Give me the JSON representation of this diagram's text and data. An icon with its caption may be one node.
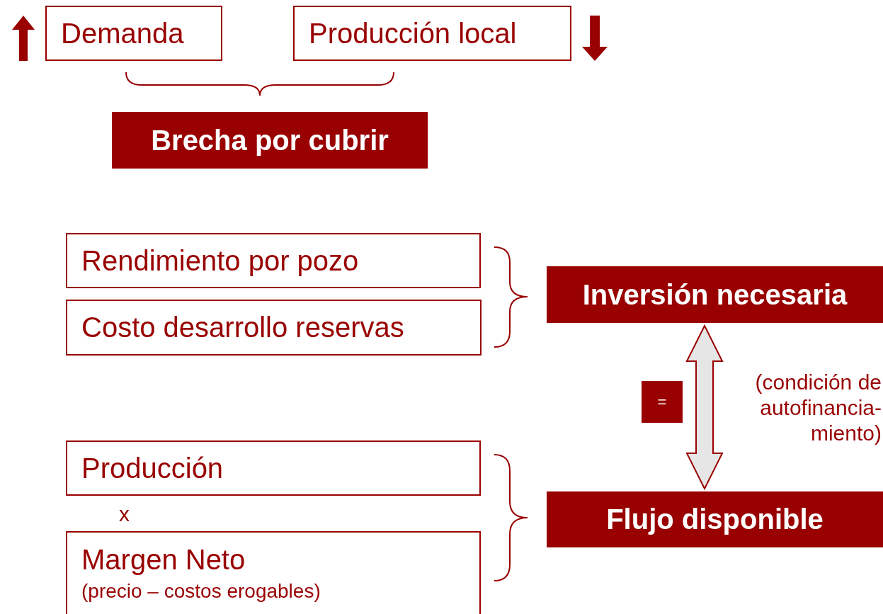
{
  "diagram": {
    "nodes": [
      {
        "text": [
          "Demanda"
        ]
      },
      {
        "text": [
          "Producción local"
        ]
      },
      {
        "text": [
          "Brecha por cubrir"
        ]
      },
      {
        "text": [
          "Rendimiento por pozo"
        ]
      },
      {
        "text": [
          "Costo desarrollo reservas"
        ]
      },
      {
        "text": [
          "Inversión necesaria"
        ]
      },
      {
        "text": [
          "="
        ]
      },
      {
        "text": [
          "Producción"
        ]
      },
      {
        "text": [
          "Margen Neto",
          "(precio – costos erogables)"
        ]
      },
      {
        "text": [
          "Flujo disponible"
        ]
      }
    ],
    "edges": [
      {
        "from": 5,
        "to": 9,
        "arrow": "both"
      }
    ],
    "labels": [
      "(condición de autofinancia- miento)",
      "x"
    ]
  }
}
